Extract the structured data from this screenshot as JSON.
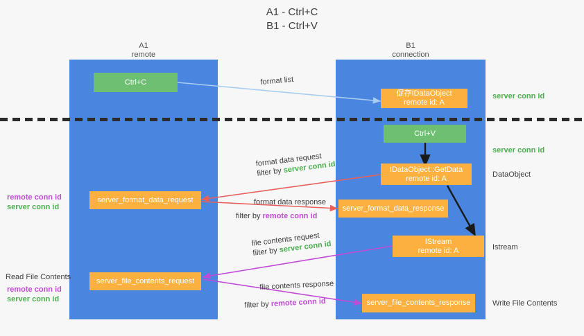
{
  "title": {
    "line1": "A1 - Ctrl+C",
    "line2": "B1 - Ctrl+V"
  },
  "columns": {
    "left": {
      "name": "A1",
      "sub": "remote"
    },
    "right": {
      "name": "B1",
      "sub": "connection"
    }
  },
  "boxes": {
    "ctrl_c": {
      "label": "Ctrl+C"
    },
    "ctrl_v": {
      "label": "Ctrl+V"
    },
    "idataobject_create": {
      "line1": "促存IDataObject",
      "line2": "remote id: A"
    },
    "idataobject_getdata": {
      "line1": "IDataObject::GetData",
      "line2": "remote id: A"
    },
    "istream": {
      "line1": "IStream",
      "line2": "remote id: A"
    },
    "server_format_data_request": {
      "label": "server_format_data_request"
    },
    "server_format_data_response": {
      "label": "server_format_data_response"
    },
    "server_file_contents_request": {
      "label": "server_file_contents_request"
    },
    "server_file_contents_response": {
      "label": "server_file_contents_response"
    }
  },
  "right_labels": {
    "server_conn_id_top": "server conn id",
    "server_conn_id_mid": "server conn id",
    "dataobject": "DataObject",
    "istream": "Istream",
    "write_file_contents": "Write File Contents"
  },
  "left_labels": {
    "format_remote": "remote conn id",
    "format_server": "server conn id",
    "read_file_contents": "Read File Contents",
    "file_remote": "remote conn id",
    "file_server": "server conn id"
  },
  "annotations": {
    "format_list": "format list",
    "format_data_request": "format data request",
    "format_data_request_filter_prefix": "filter by ",
    "format_data_request_filter_value": "server conn id",
    "format_data_response": "format data response",
    "format_data_response_filter_prefix": "filter by ",
    "format_data_response_filter_value": "remote conn id",
    "file_contents_request": "file contents request",
    "file_contents_request_filter_prefix": "filter by ",
    "file_contents_request_filter_value": "server conn id",
    "file_contents_response": "file contents response",
    "file_contents_response_filter_prefix": "filter by ",
    "file_contents_response_filter_value": "remote conn id"
  },
  "colors": {
    "lane": "#4a86e0",
    "green_box": "#6fbf73",
    "orange_box": "#fbb040",
    "arrow_blue": "#a8cdf0",
    "arrow_red": "#e8605d",
    "arrow_magenta": "#c04bd6",
    "arrow_black": "#1a1a1a",
    "conn_green_text": "#4caf50",
    "conn_purple_text": "#c04bd6",
    "divider": "#2b2b2b"
  }
}
